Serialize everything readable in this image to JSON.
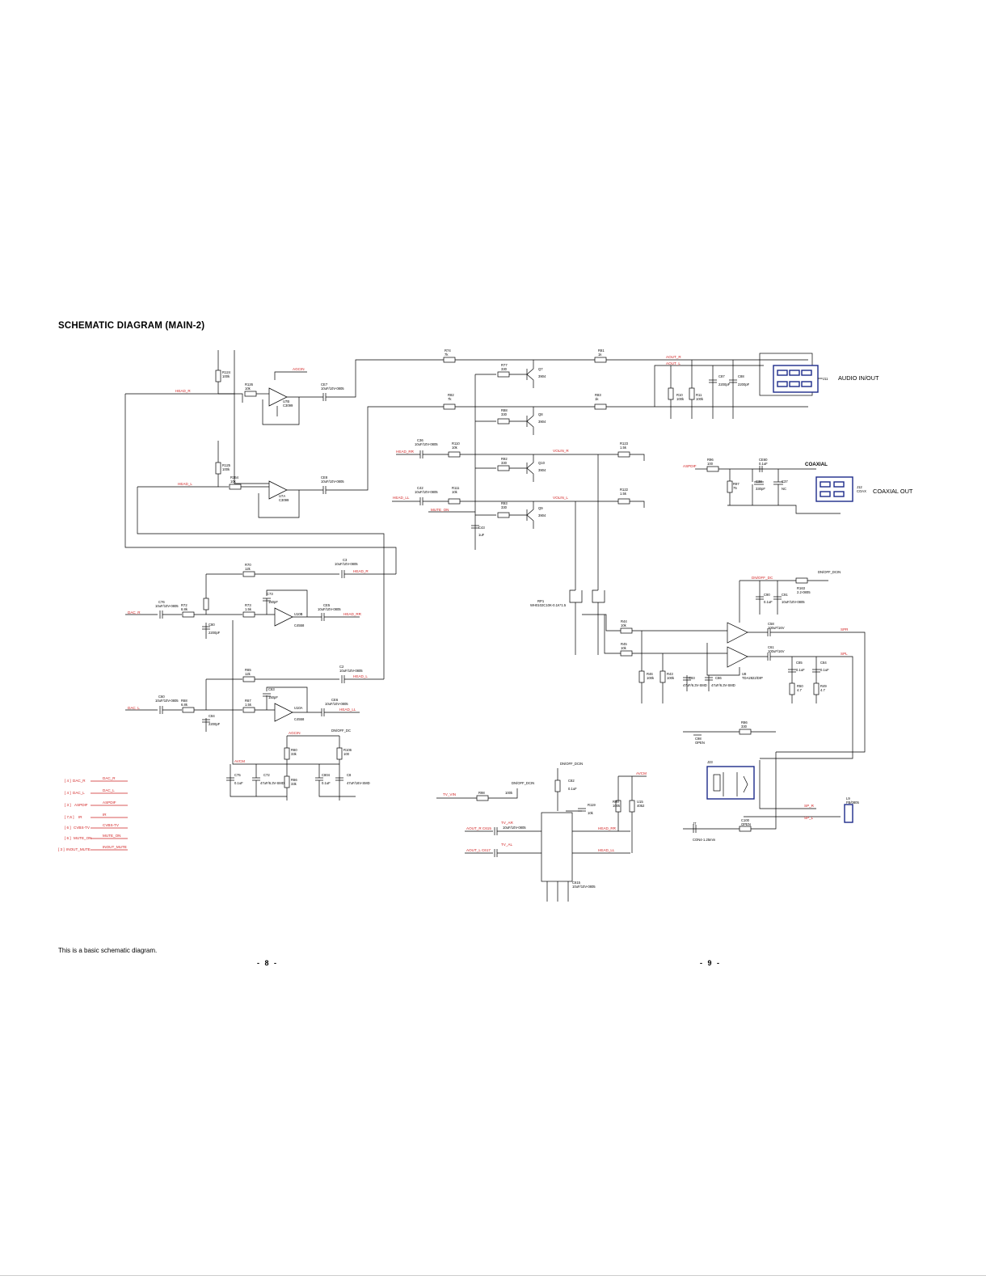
{
  "page": {
    "heading": "SCHEMATIC DIAGRAM (MAIN-2)",
    "footnote": "This is a basic schematic diagram.",
    "page_left": "- 8 -",
    "page_right": "- 9 -"
  },
  "connector_labels": {
    "audio_inout": "AUDIO IN/OUT",
    "coaxial": "COAXIAL",
    "coaxial_out": "COAXIAL OUT"
  },
  "colors": {
    "wire": "#000000",
    "net_label": "#d11f1f",
    "connector": "#1c2a8a"
  },
  "ports": [
    {
      "sheet": "[ 4 ]",
      "name": "DAC_R"
    },
    {
      "sheet": "[ 4 ]",
      "name": "DAC_L"
    },
    {
      "sheet": "[ 3 ]",
      "name": "ASPDIF"
    },
    {
      "sheet": "[ 7,6 ]",
      "name": "IR"
    },
    {
      "sheet": "[ 6 ]",
      "name": "CVBS-TV"
    },
    {
      "sheet": "[ 6 ]",
      "name": "MUTE_ON"
    },
    {
      "sheet": "[ 3 ]",
      "name": "INOUT_MUTE"
    }
  ],
  "nets": {
    "head_r": "HEAD_R",
    "head_l": "HEAD_L",
    "head_rr": "HEAD_RR",
    "head_ll": "HEAD_LL",
    "aout_r": "AOUT_R",
    "aout_l": "AOUT_L",
    "volin_r": "VOLIN_R",
    "volin_l": "VOLIN_L",
    "mute_on": "MUTE_ON",
    "dac_r": "DAC_R",
    "dac_l": "DAC_L",
    "aspdif": "ASPDIF",
    "avcm": "AVCM",
    "avcc": "AVCC",
    "agcin": "AGCIN",
    "dnoff_dc": "DN/OFF_DC",
    "dnoff_dcin": "DN/OFF_DCIN",
    "spr": "SPR",
    "spl": "SPL",
    "sp_r": "SP_R",
    "sp_l": "SP_L",
    "tv_ar": "TV_AR",
    "tv_al": "TV_AL",
    "tv_vin": "TV_VIN",
    "aout_r_c": "AOUT_R C615",
    "aout_l_c": "AOUT_L C617",
    "avcm_v": "AVCM"
  },
  "components": [
    {
      "ref": "R124",
      "value": "100k"
    },
    {
      "ref": "R126",
      "value": "10k"
    },
    {
      "ref": "U7B",
      "value": "C3099"
    },
    {
      "ref": "CE7",
      "value": "10uF/10V-0805"
    },
    {
      "ref": "R125",
      "value": "100k"
    },
    {
      "ref": "R154",
      "value": "10k"
    },
    {
      "ref": "U7A",
      "value": "C3099"
    },
    {
      "ref": "CE8",
      "value": "10uF/10V-0805"
    },
    {
      "ref": "R74",
      "value": "7k"
    },
    {
      "ref": "R81",
      "value": "1k"
    },
    {
      "ref": "R77",
      "value": "330"
    },
    {
      "ref": "Q7",
      "value": "3904"
    },
    {
      "ref": "R82",
      "value": "7k"
    },
    {
      "ref": "R83",
      "value": "1k"
    },
    {
      "ref": "R88",
      "value": "330"
    },
    {
      "ref": "Q8",
      "value": "3904"
    },
    {
      "ref": "C36",
      "value": "10uF/10V-0805"
    },
    {
      "ref": "R110",
      "value": "10k"
    },
    {
      "ref": "R92",
      "value": "330"
    },
    {
      "ref": "Q10",
      "value": "3904"
    },
    {
      "ref": "C42",
      "value": "10uF/10V-0805"
    },
    {
      "ref": "R111",
      "value": "10k"
    },
    {
      "ref": "R93",
      "value": "330"
    },
    {
      "ref": "Q9",
      "value": "3904"
    },
    {
      "ref": "C43",
      "value": "1uF"
    },
    {
      "ref": "R123",
      "value": "1.5k"
    },
    {
      "ref": "R122",
      "value": "1.5k"
    },
    {
      "ref": "R10",
      "value": "100k"
    },
    {
      "ref": "R11",
      "value": "100k"
    },
    {
      "ref": "C87",
      "value": "2200pF"
    },
    {
      "ref": "C88",
      "value": "2200pF"
    },
    {
      "ref": "J11",
      "value": ""
    },
    {
      "ref": "R96",
      "value": "100"
    },
    {
      "ref": "CE60",
      "value": "0.1uF"
    },
    {
      "ref": "R97",
      "value": "75"
    },
    {
      "ref": "C38",
      "value": "330pF"
    },
    {
      "ref": "C37",
      "value": "NC"
    },
    {
      "ref": "J12",
      "value": "COAX"
    },
    {
      "ref": "R70",
      "value": "12k"
    },
    {
      "ref": "C3",
      "value": "10uF/10V-0805"
    },
    {
      "ref": "C73",
      "value": "150pF"
    },
    {
      "ref": "C76",
      "value": "10uF/10V-0805"
    },
    {
      "ref": "R72",
      "value": "6.8k"
    },
    {
      "ref": "R73",
      "value": "1.5k"
    },
    {
      "ref": "U10B",
      "value": "C4558"
    },
    {
      "ref": "C80",
      "value": "2200pF"
    },
    {
      "ref": "CE5",
      "value": "10uF/10V-0805"
    },
    {
      "ref": "R65",
      "value": "12k"
    },
    {
      "ref": "C2",
      "value": "10uF/10V-0805"
    },
    {
      "ref": "C63",
      "value": "150pF"
    },
    {
      "ref": "C60",
      "value": "10uF/10V-0805"
    },
    {
      "ref": "R68",
      "value": "6.8k"
    },
    {
      "ref": "R67",
      "value": "1.5k"
    },
    {
      "ref": "U10A",
      "value": "C4558"
    },
    {
      "ref": "C84",
      "value": "2200pF"
    },
    {
      "ref": "CE6",
      "value": "10uF/10V-0805"
    },
    {
      "ref": "R60",
      "value": "33k"
    },
    {
      "ref": "R106",
      "value": "100"
    },
    {
      "ref": "R66",
      "value": "33k"
    },
    {
      "ref": "C75",
      "value": "0.1uF"
    },
    {
      "ref": "C72",
      "value": "47uF/6.3V-SMD"
    },
    {
      "ref": "C804",
      "value": "0.1uF"
    },
    {
      "ref": "C8",
      "value": "47uF/16V-SMD"
    },
    {
      "ref": "RP1",
      "value": "WH0102C10K-0.1K*1.5"
    },
    {
      "ref": "R163",
      "value": "2.2-0805"
    },
    {
      "ref": "C90",
      "value": "0.1uF"
    },
    {
      "ref": "C91",
      "value": "10uF/10V-0805"
    },
    {
      "ref": "R44",
      "value": "10k"
    },
    {
      "ref": "R45",
      "value": "10k"
    },
    {
      "ref": "R46",
      "value": "100k"
    },
    {
      "ref": "R43",
      "value": "100k"
    },
    {
      "ref": "C93",
      "value": "47uF/6.3V-SMD"
    },
    {
      "ref": "C86",
      "value": "47uF/6.3V-SMD"
    },
    {
      "ref": "U8",
      "value": "TDA2822/DIP"
    },
    {
      "ref": "C58",
      "value": "100uF/16V"
    },
    {
      "ref": "C61",
      "value": "100uF/16V"
    },
    {
      "ref": "C85",
      "value": "0.1uF"
    },
    {
      "ref": "C84",
      "value": "0.1uF"
    },
    {
      "ref": "R50",
      "value": "4.7"
    },
    {
      "ref": "R49",
      "value": "4.7"
    },
    {
      "ref": "R86",
      "value": "330"
    },
    {
      "ref": "C98",
      "value": "OPEN"
    },
    {
      "ref": "J23",
      "value": ""
    },
    {
      "ref": "R85",
      "value": "330"
    },
    {
      "ref": "C100",
      "value": "OPEN"
    },
    {
      "ref": "J7",
      "value": "CON4-1.25mm"
    },
    {
      "ref": "L9",
      "value": "FB/0805"
    },
    {
      "ref": "C82",
      "value": "0.1uF"
    },
    {
      "ref": "R119",
      "value": "10k"
    },
    {
      "ref": "R98",
      "value": "100k"
    },
    {
      "ref": "R99",
      "value": "100k"
    },
    {
      "ref": "U15",
      "value": "4052"
    },
    {
      "ref": "C615",
      "value": "10uF/10V-0805"
    },
    {
      "ref": "C617",
      "value": "10uF/10V-0805"
    }
  ]
}
